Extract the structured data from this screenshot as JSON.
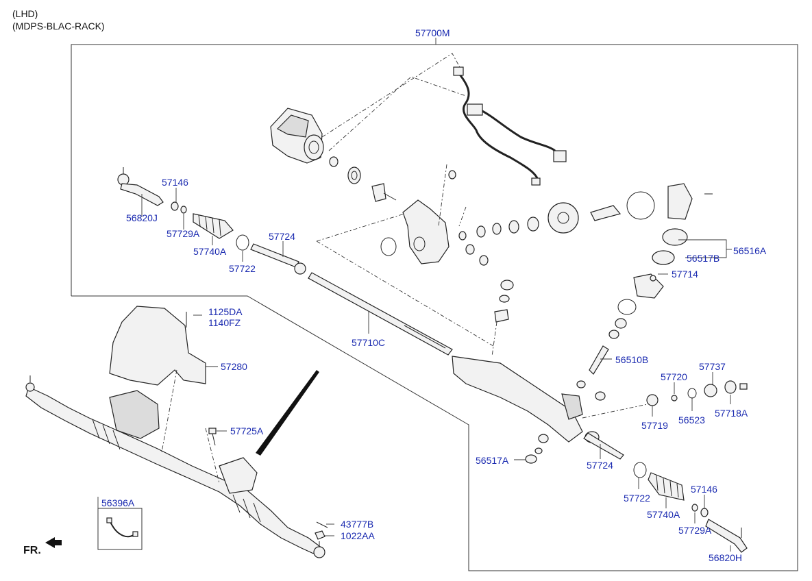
{
  "header": {
    "line1": "(LHD)",
    "line2": "(MDPS-BLAC-RACK)"
  },
  "orientation_label": "FR.",
  "colors": {
    "part_number": "#1a2ab0",
    "line": "#222222",
    "background": "#ffffff"
  },
  "callouts": {
    "c57700M": "57700M",
    "c57146_l": "57146",
    "c56820J": "56820J",
    "c57729A_l": "57729A",
    "c57740A_l": "57740A",
    "c57724_l": "57724",
    "c57722_l": "57722",
    "c56516A": "56516A",
    "c56517B": "56517B",
    "c57714": "57714",
    "c1125DA": "1125DA",
    "c1140FZ": "1140FZ",
    "c57710C": "57710C",
    "c57280": "57280",
    "c56510B": "56510B",
    "c57720": "57720",
    "c57737": "57737",
    "c56523": "56523",
    "c57718A": "57718A",
    "c57719": "57719",
    "c57725A": "57725A",
    "c56517A": "56517A",
    "c57724_r": "57724",
    "c57722_r": "57722",
    "c57740A_r": "57740A",
    "c57146_r": "57146",
    "c57729A_r": "57729A",
    "c56396A": "56396A",
    "c43777B": "43777B",
    "c1022AA": "1022AA",
    "c56820H": "56820H"
  }
}
